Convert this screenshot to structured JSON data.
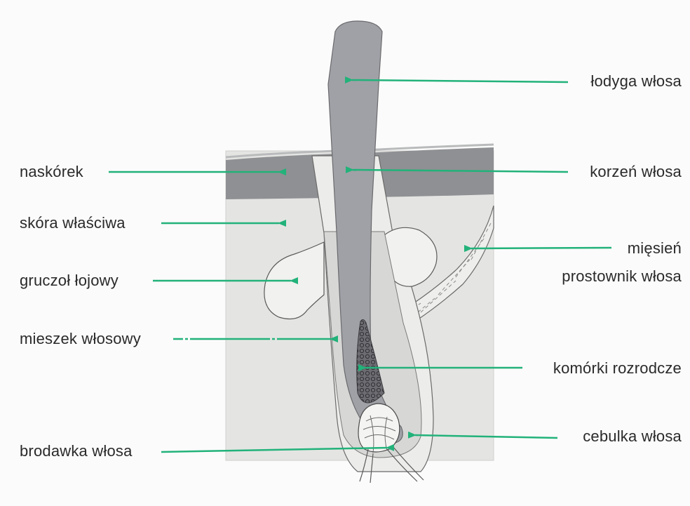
{
  "diagram": {
    "colors": {
      "background": "#fbfbfb",
      "tissue": "#e4e5e3",
      "epidermis": "#8f9093",
      "hair": "#a0a1a6",
      "gland": "#f0f0ee",
      "arrow": "#22b27a",
      "outline": "#5a5a5a"
    },
    "labels": {
      "hair_shaft": "łodyga włosa",
      "epidermis": "naskórek",
      "hair_root": "korzeń włosa",
      "dermis": "skóra właściwa",
      "arrector_muscle_line1": "mięsień",
      "arrector_muscle_line2": "prostownik włosa",
      "sebaceous_gland": "gruczoł łojowy",
      "hair_follicle": "mieszek włosowy",
      "germ_cells": "komórki rozrodcze",
      "hair_papilla": "brodawka włosa",
      "hair_bulb": "cebulka włosa"
    }
  }
}
